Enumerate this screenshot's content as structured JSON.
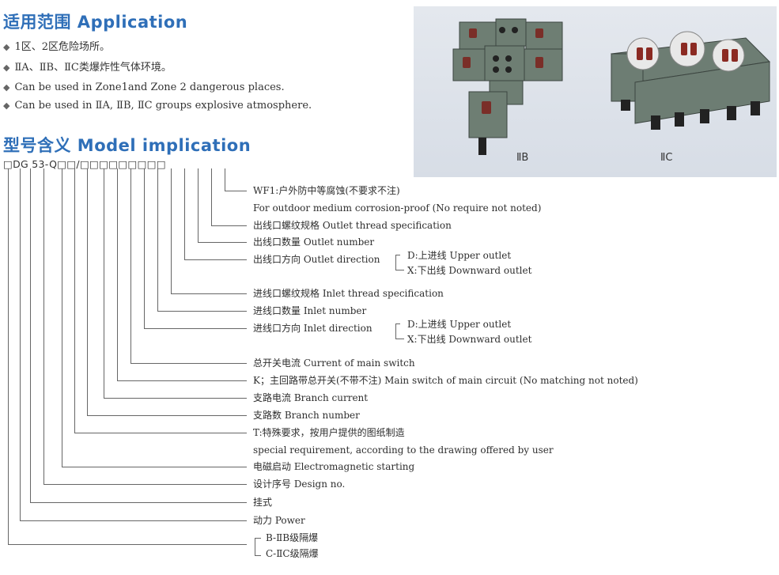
{
  "application": {
    "title": "适用范围 Application",
    "bullets": [
      "1区、2区危险场所。",
      "ⅡA、ⅡB、ⅡC类爆炸性气体环境。",
      "Can be used in  Zone1and Zone 2 dangerous places.",
      "Can be used in  ⅡA, ⅡB, ⅡC groups  explosive atmosphere."
    ]
  },
  "photo": {
    "caption_left": "ⅡB",
    "caption_right": "ⅡC"
  },
  "model": {
    "title": "型号含义 Model implication",
    "code": "□DG 53-Q□□/□□□□□□□□□",
    "labels": [
      "WF1:户外防中等腐蚀(不要求不注)",
      "For outdoor medium corrosion-proof (No require not noted)",
      "出线口螺纹规格 Outlet thread specification",
      "出线口数量 Outlet number",
      "出线口方向 Outlet direction",
      "进线口螺纹规格 Inlet thread specification",
      "进线口数量 Inlet number",
      "进线口方向 Inlet direction",
      "总开关电流 Current of main switch",
      "K；主回路带总开关(不带不注)  Main switch of main circuit (No matching not noted)",
      "支路电流 Branch current",
      "支路数 Branch number",
      "T:特殊要求，按用户提供的图纸制造",
      "special requirement, according to the drawing offered by user",
      "电磁启动 Electromagnetic starting",
      "设计序号 Design no.",
      "挂式",
      "动力 Power"
    ],
    "outlet_options": [
      "D:上进线  Upper outlet",
      "X:下出线  Downward outlet"
    ],
    "inlet_options": [
      "D:上进线  Upper outlet",
      "X:下出线  Downward outlet"
    ],
    "class_options": [
      "B-ⅡB级隔爆",
      "C-ⅡC级隔爆"
    ]
  }
}
